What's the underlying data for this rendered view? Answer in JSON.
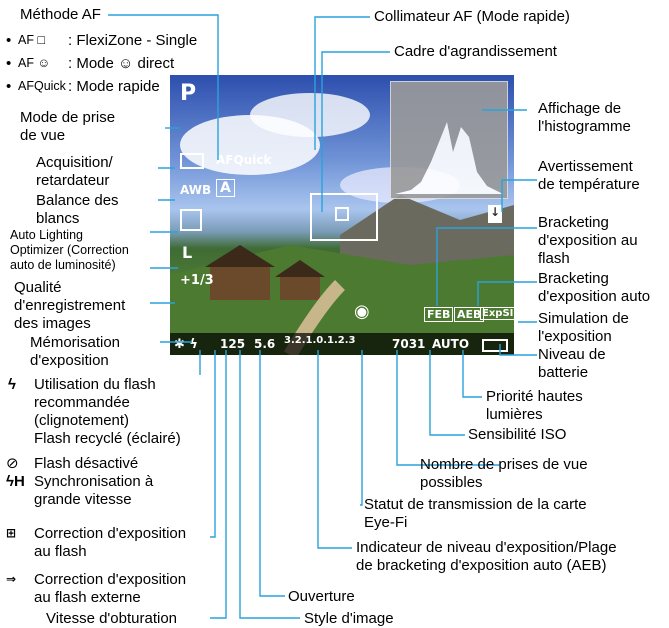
{
  "screen": {
    "mode": "P",
    "af_quick": "AFQuick",
    "wb": "AWB",
    "picture_style": "A",
    "quality": "L",
    "flash_comp": "+1/3",
    "shutter": "125",
    "aperture": "5.6",
    "meter": "3.2.1.0.1.2.3",
    "shots": "7031",
    "iso": "AUTO",
    "feb": "FEB",
    "aeb": "AEB",
    "expsim": "ExpSIM"
  },
  "af_method": {
    "title": "Méthode AF",
    "items": [
      {
        "icon": "AF □",
        "text": ": FlexiZone - Single"
      },
      {
        "icon": "AF ☺",
        "text": ": Mode ☺ direct"
      },
      {
        "icon": "AFQuick",
        "text": ": Mode rapide"
      }
    ]
  },
  "left_labels": {
    "shooting_mode": [
      "Mode de prise",
      "de vue"
    ],
    "drive": [
      "Acquisition/",
      "retardateur"
    ],
    "wb": [
      "Balance des",
      "blancs"
    ],
    "alo": [
      "Auto Lighting",
      "Optimizer (Correction",
      "auto de luminosité)"
    ],
    "quality": [
      "Qualité",
      "d'enregistrement",
      "des images"
    ],
    "ae_lock": [
      "Mémorisation",
      "d'exposition"
    ]
  },
  "flash_notes": {
    "recommended": [
      "Utilisation du flash",
      "recommandée",
      "(clignotement)",
      "Flash recyclé (éclairé)"
    ],
    "disabled": "Flash désactivé",
    "hss": [
      "Synchronisation à",
      "grande vitesse"
    ],
    "flash_comp": [
      "Correction d'exposition",
      "au flash"
    ],
    "ext_flash_comp": [
      "Correction d'exposition",
      "au flash externe"
    ],
    "shutter": "Vitesse d'obturation"
  },
  "right_labels": {
    "af_point": "Collimateur AF (Mode rapide)",
    "magnify": "Cadre d'agrandissement",
    "histogram": [
      "Affichage de",
      "l'histogramme"
    ],
    "temp": [
      "Avertissement",
      "de température"
    ],
    "feb": [
      "Bracketing",
      "d'exposition au",
      "flash"
    ],
    "aeb": [
      "Bracketing",
      "d'exposition auto"
    ],
    "expsim": [
      "Simulation de",
      "l'exposition"
    ],
    "battery": [
      "Niveau de",
      "batterie"
    ],
    "hlt": [
      "Priorité hautes",
      "lumières"
    ],
    "iso": "Sensibilité ISO",
    "shots": [
      "Nombre de prises de vue",
      "possibles"
    ],
    "eyefi": [
      "Statut de transmission de la carte",
      "Eye-Fi"
    ],
    "meter": [
      "Indicateur de niveau d'exposition/Plage",
      "de bracketing d'exposition auto (AEB)"
    ],
    "aperture": "Ouverture",
    "picture_style": "Style d'image"
  },
  "colors": {
    "line": "#29a3dc",
    "sky": "#3b63c0"
  }
}
